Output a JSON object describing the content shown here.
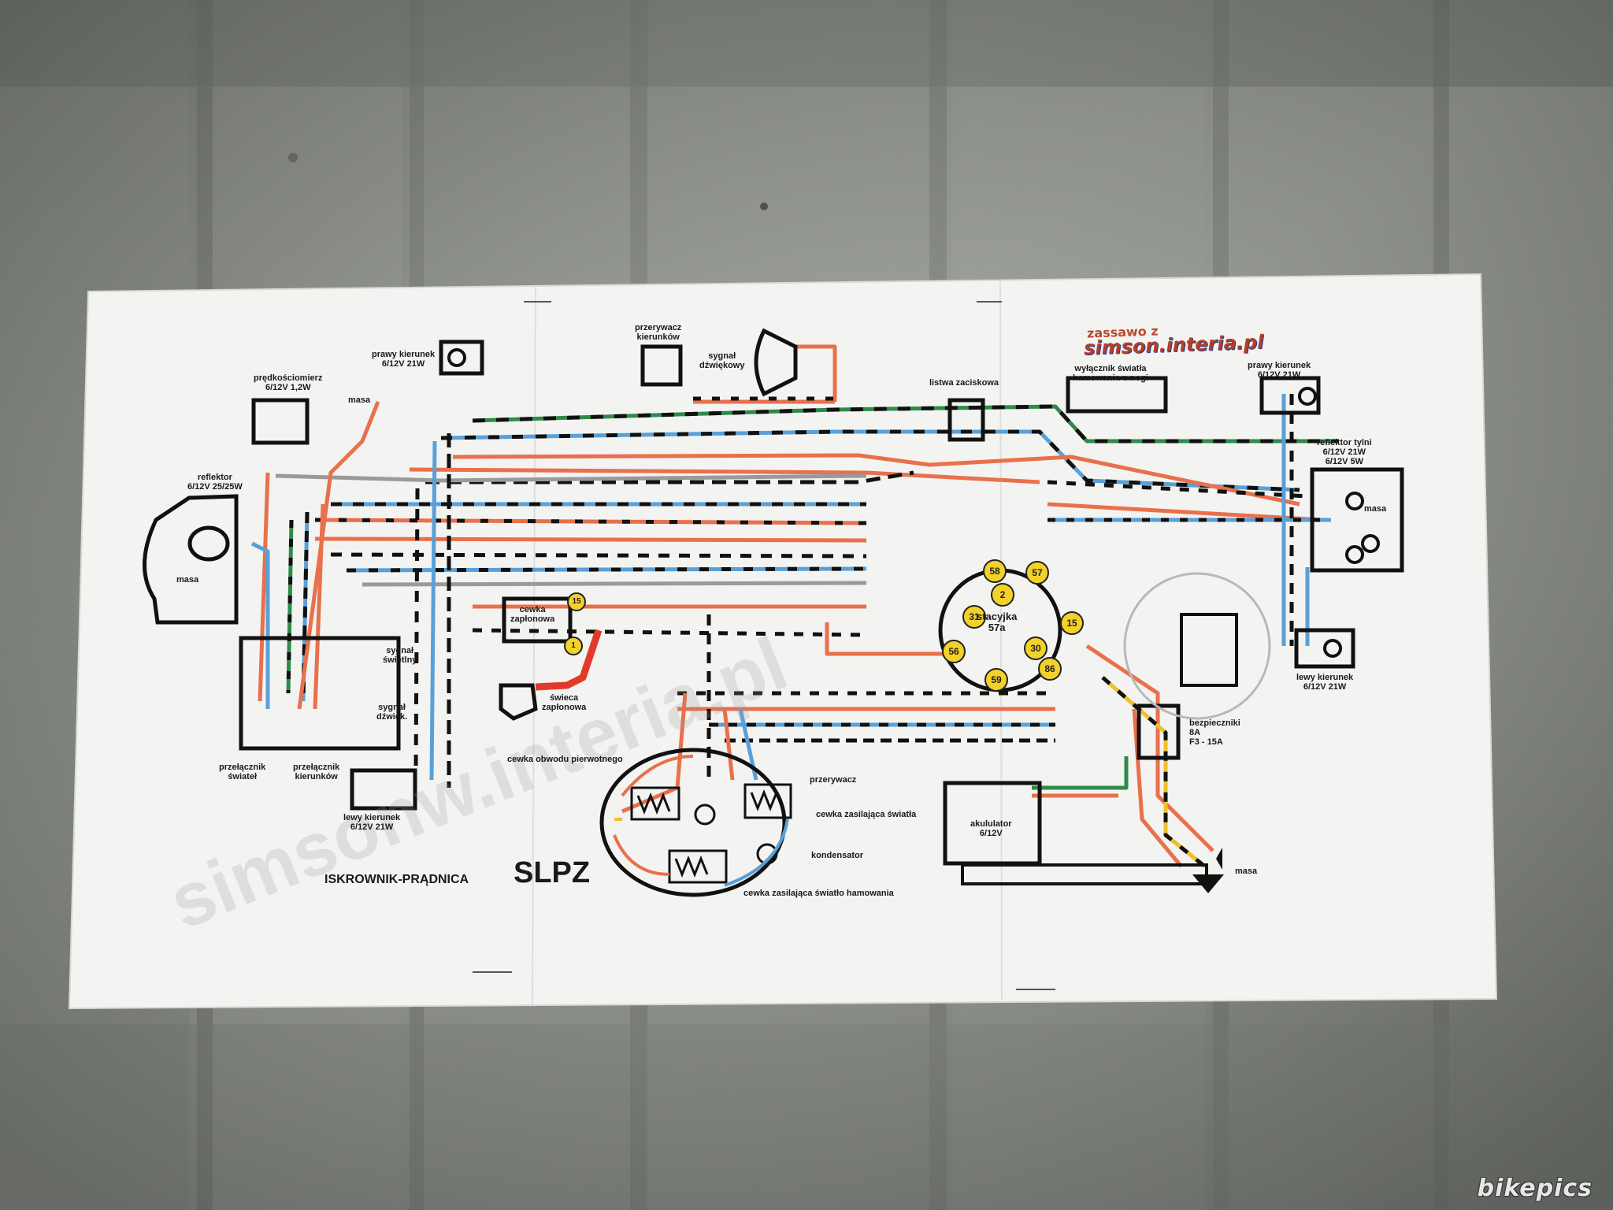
{
  "photo": {
    "watermark_brand": "bikepics",
    "poster_site_header": "zassawo z",
    "poster_site_url": "simson.interia.pl",
    "poster_watermark": "simsonw.interia.pl"
  },
  "diagram": {
    "main_title_left": "ISKROWNIK-PRĄDNICA",
    "main_title_right": "SLPZ",
    "labels": {
      "predkosciomierz": "prędkościomierz\n6/12V 1,2W",
      "prawy_kierunek_left": "prawy kierunek\n6/12V 21W",
      "masa_top": "masa",
      "reflektor": "reflektor\n6/12V 25/25W",
      "masa_reflektor": "masa",
      "przerywacz_kierunkow": "przerywacz\nkierunków",
      "sygnal_dzwiekowy": "sygnał\ndźwiękowy",
      "listwa_zaciskowa": "listwa zaciskowa",
      "wylacznik": "wyłącznik światła\nhamowania u nogi",
      "prawy_kierunek_right": "prawy kierunek\n6/12V 21W",
      "reflektor_tylni": "reflektor tylni\n6/12V 21W\n6/12V 5W",
      "masa_rear": "masa",
      "cewka_zaplonowa": "cewka\nzapłonowa",
      "swieca_zaplonowa": "świeca\nzapłonowa",
      "sygnal_swietlny": "sygnał\nświetlny",
      "sygnal_dzwiek": "sygnał\ndźwięk.",
      "przelacznik_swiatel": "przełącznik\nświateł",
      "przelacznik_kierunkow": "przełącznik\nkierunków",
      "lewy_kierunek_left": "lewy kierunek\n6/12V 21W",
      "stacyjka": "stacyjka\n57a",
      "lewy_kierunek_right": "lewy kierunek\n6/12V 21W",
      "bezpieczniki": "bezpieczniki\n8A\nF3 - 15A",
      "cewka_obwodu": "cewka obwodu pierwotnego",
      "przerywacz": "przerywacz",
      "cewka_swiatla": "cewka zasilająca światła",
      "kondensator": "kondensator",
      "cewka_hamowania": "cewka zasilająca światło hamowania",
      "akumulator": "akululator\n6/12V",
      "masa_battery": "masa"
    },
    "ignition_pins": [
      "58",
      "57",
      "2",
      "31",
      "15",
      "56",
      "30",
      "59",
      "86"
    ],
    "coil_pins": [
      "15",
      "1"
    ]
  }
}
